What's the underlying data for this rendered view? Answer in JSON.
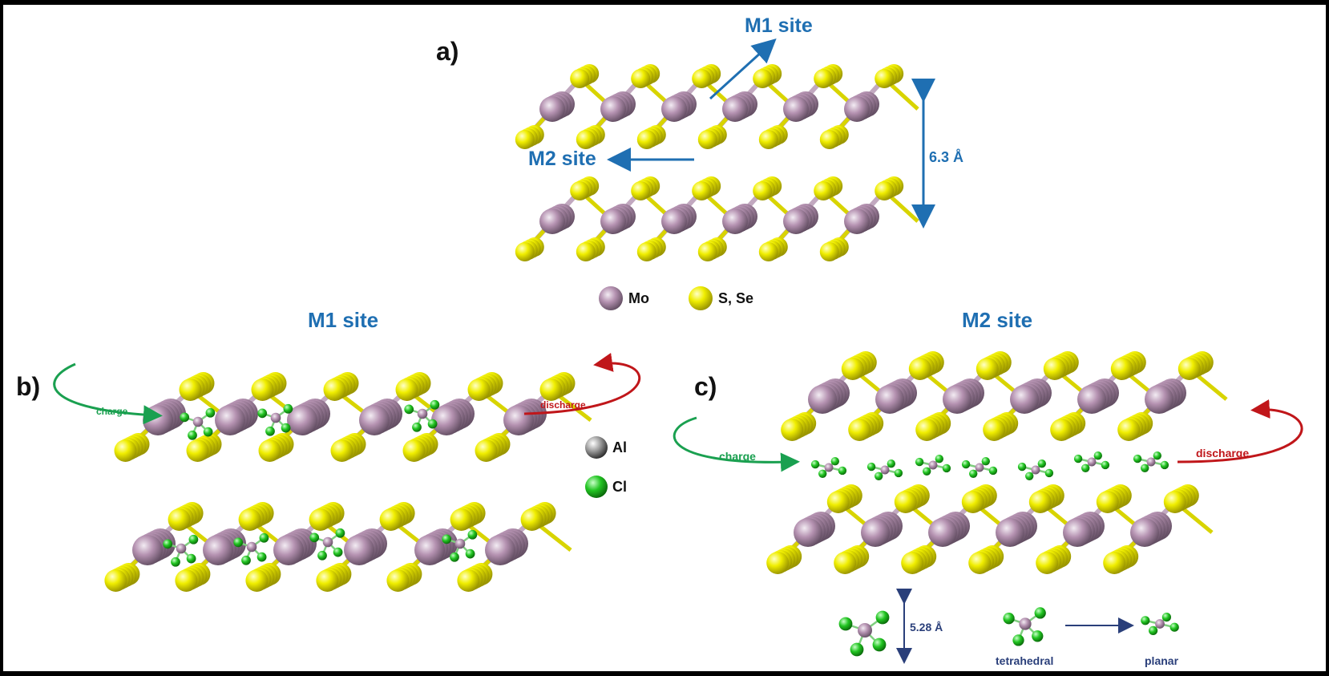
{
  "panels": {
    "a": {
      "label": "a)",
      "m1_label": "M1 site",
      "m2_label": "M2 site",
      "spacing": "6.3 Å"
    },
    "b": {
      "label": "b)",
      "title": "M1 site",
      "charge": "charge",
      "discharge": "discharge"
    },
    "c": {
      "label": "c)",
      "title": "M2 site",
      "charge": "charge",
      "discharge": "discharge",
      "size_label": "5.28 Å",
      "tetrahedral": "tetrahedral",
      "planar": "planar"
    }
  },
  "legend": {
    "mo": "Mo",
    "s_se": "S, Se",
    "al": "Al",
    "cl": "Cl"
  },
  "colors": {
    "mo": "#b592b1",
    "s": "#e8e600",
    "al": "#8e8e8e",
    "cl": "#22c522",
    "blue": "#1f6fb2",
    "green": "#1aa050",
    "red": "#c0161a",
    "navy": "#2a3f7a"
  }
}
